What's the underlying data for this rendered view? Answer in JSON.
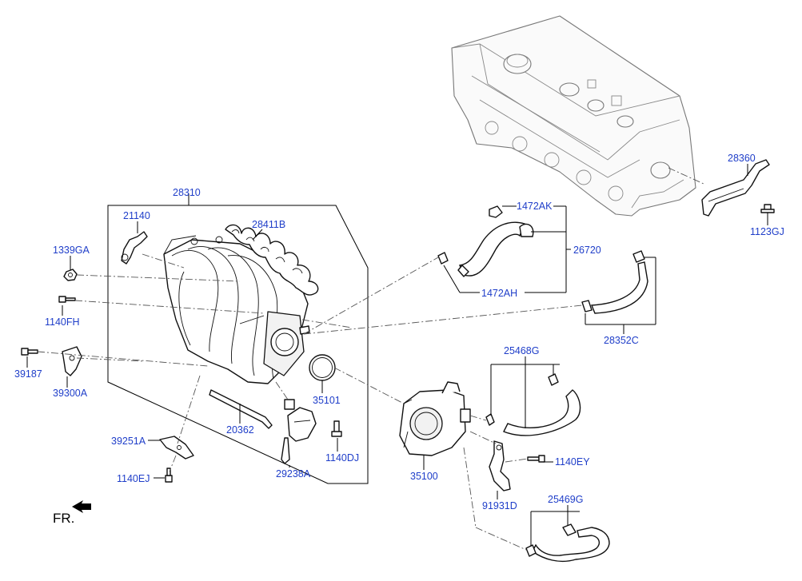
{
  "labels": {
    "p28310": "28310",
    "p21140": "21140",
    "p28411b": "28411B",
    "p1339ga": "1339GA",
    "p1140fh": "1140FH",
    "p39187": "39187",
    "p39300a": "39300A",
    "p39251a": "39251A",
    "p1140ej": "1140EJ",
    "p20362": "20362",
    "p29238a": "29238A",
    "p1140dj": "1140DJ",
    "p35101": "35101",
    "p35100": "35100",
    "p1472ak": "1472AK",
    "p26720": "26720",
    "p1472ah": "1472AH",
    "p28352c": "28352C",
    "p25468g": "25468G",
    "p1140ey": "1140EY",
    "p91931d": "91931D",
    "p25469g": "25469G",
    "p28360": "28360",
    "p1123gj": "1123GJ"
  },
  "direction_marker": "FR."
}
